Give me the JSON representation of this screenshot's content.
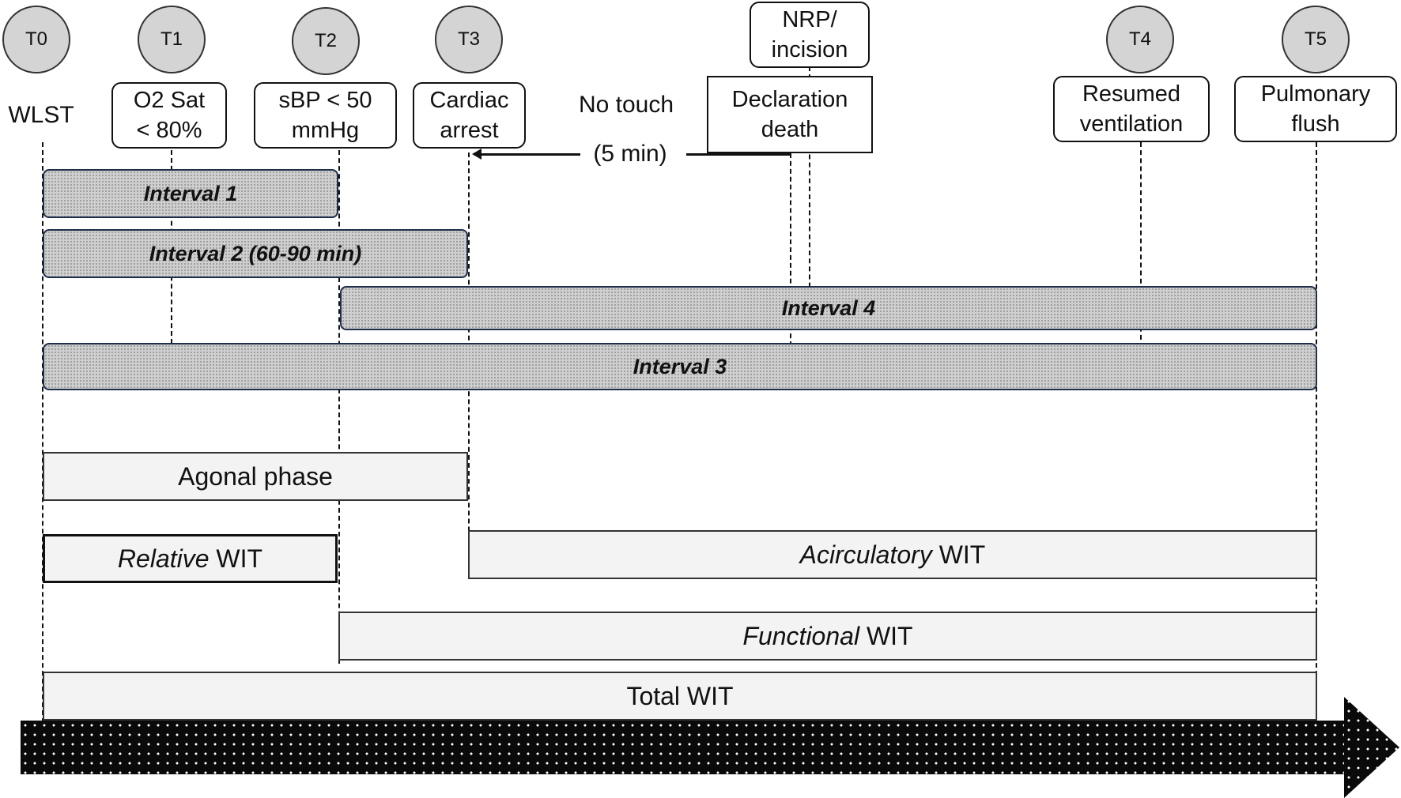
{
  "timepoints": {
    "t0": "T0",
    "t1": "T1",
    "t2": "T2",
    "t3": "T3",
    "t4": "T4",
    "t5": "T5"
  },
  "events": {
    "wlst": "WLST",
    "o2_sat": "O2 Sat\n< 80%",
    "sbp": "sBP < 50\nmmHg",
    "cardiac_arrest": "Cardiac\narrest",
    "no_touch": "No touch",
    "no_touch_duration": "(5 min)",
    "nrp_incision": "NRP/\nincision",
    "declaration_death": "Declaration\ndeath",
    "resumed_ventilation": "Resumed\nventilation",
    "pulmonary_flush": "Pulmonary\nflush"
  },
  "intervals": {
    "interval1": "Interval 1",
    "interval2": "Interval 2 (60-90 min)",
    "interval4": "Interval 4",
    "interval3": "Interval 3"
  },
  "phases": {
    "agonal": "Agonal phase",
    "relative_em": "Relative",
    "relative_rest": " WIT",
    "acirculatory_em": "Acirculatory",
    "acirculatory_rest": " WIT",
    "functional_em": "Functional",
    "functional_rest": " WIT",
    "total": "Total WIT"
  },
  "colors": {
    "interval_fill": "#cfcfcf",
    "interval_border": "#1f2d4a",
    "phase_fill": "#f3f3f3",
    "timepoint_fill": "#d4d4d4",
    "time_arrow": "#0a0a0a"
  }
}
